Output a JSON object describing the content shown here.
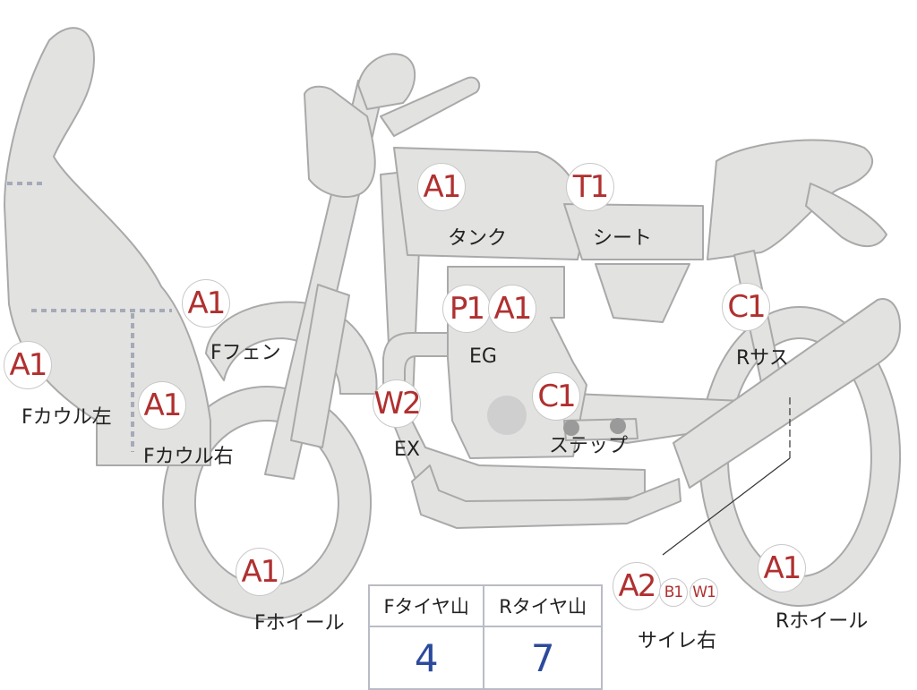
{
  "badges": {
    "cowl_left": "A1",
    "cowl_right": "A1",
    "front_fender": "A1",
    "tank": "A1",
    "seat": "T1",
    "engine_p": "P1",
    "engine_a": "A1",
    "exhaust": "W2",
    "step": "C1",
    "rear_suspension": "C1",
    "front_wheel": "A1",
    "rear_wheel": "A1",
    "silencer_a": "A2",
    "silencer_b": "B1",
    "silencer_w": "W1"
  },
  "labels": {
    "cowl_left": "Fカウル左",
    "cowl_right": "Fカウル右",
    "front_fender": "Fフェン",
    "tank": "タンク",
    "seat": "シート",
    "engine": "EG",
    "exhaust": "EX",
    "step": "ステップ",
    "rear_suspension": "Rサス",
    "front_wheel": "Fホイール",
    "rear_wheel": "Rホイール",
    "silencer": "サイレ右"
  },
  "tire_table": {
    "front_header": "Fタイヤ山",
    "rear_header": "Rタイヤ山",
    "front_value": "4",
    "rear_value": "7"
  },
  "colors": {
    "body_fill": "#e2e2e0",
    "body_stroke": "#a9a9a9",
    "badge_text": "#b03030",
    "table_value": "#2c4a9c"
  }
}
